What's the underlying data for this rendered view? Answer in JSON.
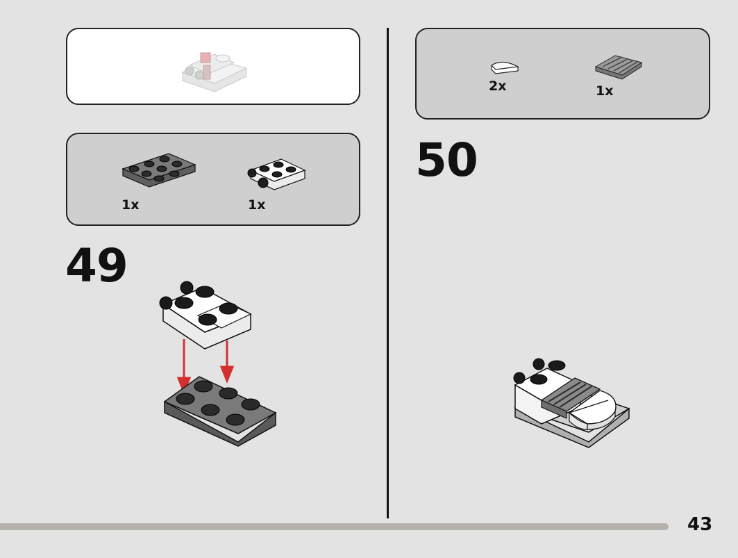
{
  "left_panel": {
    "preview_box": {
      "icon": "vehicle-preview"
    },
    "parts_box": {
      "items": [
        {
          "qty": "1x",
          "icon": "dark-gray-plate-2x3"
        },
        {
          "qty": "1x",
          "icon": "white-bracket-plate"
        }
      ]
    },
    "step": {
      "number": "49"
    }
  },
  "right_panel": {
    "parts_box": {
      "items": [
        {
          "qty": "2x",
          "icon": "white-quarter-round-tile"
        },
        {
          "qty": "1x",
          "icon": "gray-grille-tile"
        }
      ]
    },
    "step": {
      "number": "50"
    }
  },
  "footer": {
    "page_number": "43",
    "progress_color": "#b5b1ac"
  },
  "colors": {
    "background": "#e3e3e3",
    "parts_box": "#cfcfcf",
    "dark_gray_brick": "#6d6d6d",
    "arrow_red": "#d32f2f"
  }
}
